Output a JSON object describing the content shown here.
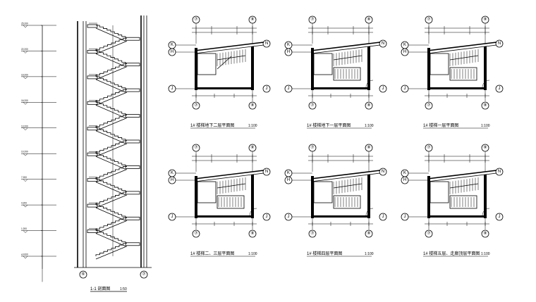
{
  "section": {
    "caption": "1-1 剖面图",
    "scale": "1:50",
    "axes": [
      "⑥",
      "⑦"
    ],
    "levels": [
      "25.200",
      "22.200",
      "19.200",
      "16.200",
      "13.200",
      "10.200",
      "7.200",
      "4.200",
      "1.200",
      "±0.000"
    ]
  },
  "plans": [
    {
      "caption": "1# 楼梯地下二层平面图",
      "scale": "1:100",
      "col_left": "⑦",
      "col_right": "⑧",
      "rows": [
        "K",
        "H",
        "J"
      ]
    },
    {
      "caption": "1# 楼梯地下一层平面图",
      "scale": "1:100",
      "col_left": "⑦",
      "col_right": "⑧",
      "rows": [
        "K",
        "H",
        "J"
      ]
    },
    {
      "caption": "1# 楼梯一层平面图",
      "scale": "1:100",
      "col_left": "⑦",
      "col_right": "⑧",
      "rows": [
        "K",
        "H",
        "J"
      ]
    },
    {
      "caption": "1# 楼梯二、三层平面图",
      "scale": "1:100",
      "col_left": "⑦",
      "col_right": "⑧",
      "rows": [
        "K",
        "H",
        "J"
      ]
    },
    {
      "caption": "1# 楼梯四层平面图",
      "scale": "1:100",
      "col_left": "⑦",
      "col_right": "⑧",
      "rows": [
        "K",
        "H",
        "J"
      ]
    },
    {
      "caption": "1# 楼梯五层、走廊顶层平面图",
      "scale": "1:100",
      "col_left": "⑦",
      "col_right": "⑧",
      "rows": [
        "K",
        "H",
        "J"
      ]
    }
  ],
  "axis_row_right": "N"
}
